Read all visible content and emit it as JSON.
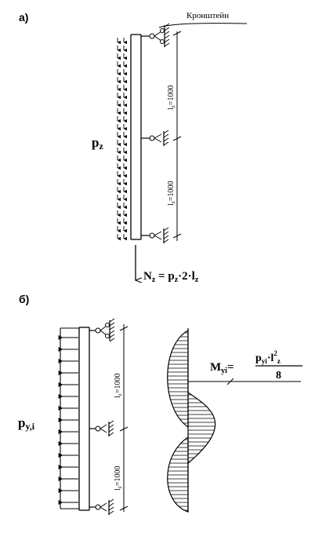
{
  "part_a": {
    "label": "а)",
    "bracket_label": "Кронштейн",
    "load_label": "p",
    "load_sub": "z",
    "span_top_label": "l",
    "span_top_sub": "z",
    "span_top_value": "=1000",
    "span_bottom_label": "l",
    "span_bottom_sub": "z",
    "span_bottom_value": "=1000",
    "axial_force": {
      "lhs": "N",
      "lhs_sub": "z",
      "eq": " = p",
      "rhs_sub": "z",
      "rhs_tail": "·2·l",
      "rhs_tail_sub": "z"
    }
  },
  "part_b": {
    "label": "б)",
    "load_label": "p",
    "load_sub": "y,i",
    "span_top_label": "l",
    "span_top_sub": "z",
    "span_top_value": "=1000",
    "span_bottom_label": "l",
    "span_bottom_sub": "z",
    "span_bottom_value": "=1000",
    "moment": {
      "lhs": "M",
      "lhs_sub": "yi",
      "eq": "=",
      "num": "p",
      "num_sub": "yi",
      "num_mid": "·l",
      "num_sup": "2",
      "num_tail_sub": "z",
      "den": "8"
    }
  },
  "colors": {
    "ink": "#000000",
    "background": "#ffffff"
  }
}
